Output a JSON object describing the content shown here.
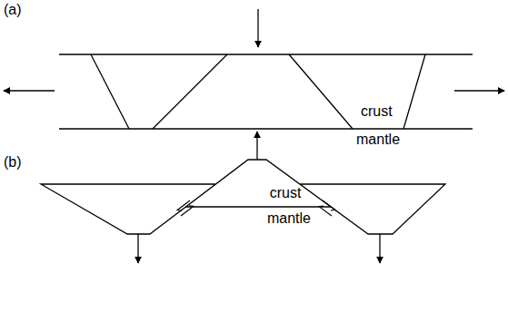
{
  "diagram": {
    "labels": [
      "(a)",
      "crust",
      "mantle",
      "(b)",
      "crust",
      "mantle"
    ]
  }
}
